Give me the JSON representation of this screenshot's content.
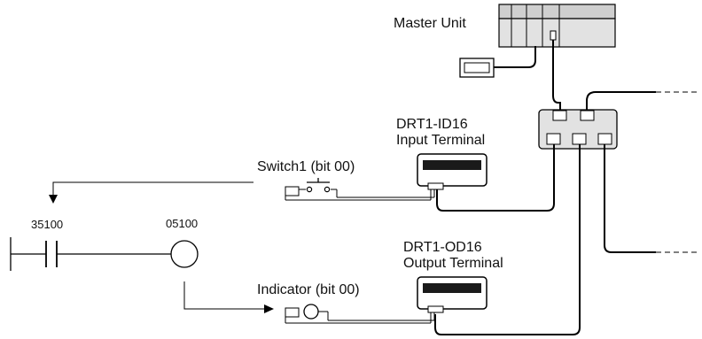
{
  "labels": {
    "master_unit": "Master Unit",
    "input_terminal_model": "DRT1-ID16",
    "input_terminal_name": "Input Terminal",
    "output_terminal_model": "DRT1-OD16",
    "output_terminal_name": "Output Terminal",
    "switch": "Switch1 (bit 00)",
    "indicator": "Indicator (bit 00)",
    "contact_address": "35100",
    "coil_address": "05100"
  }
}
